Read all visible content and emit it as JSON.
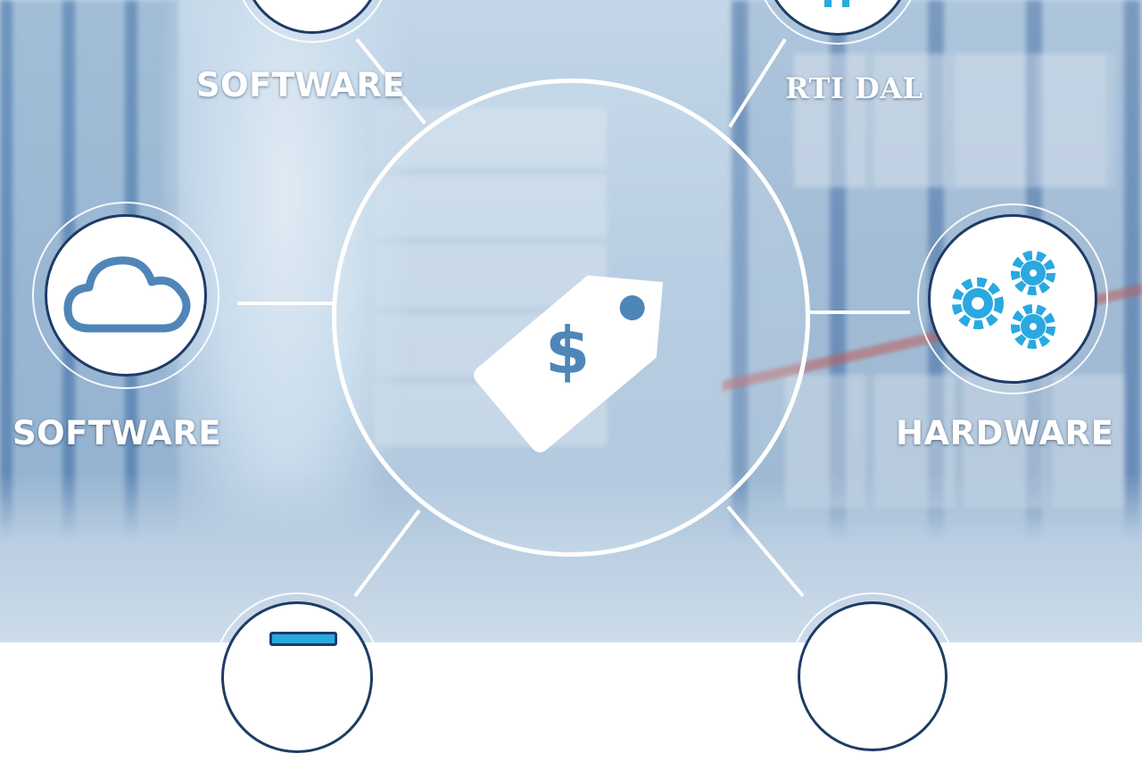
{
  "labels": {
    "top_left": "SOFTWARE",
    "top_right": "RTI DAL",
    "left": "SOFTWARE",
    "right": "HARDWARE"
  },
  "icons": {
    "center": "price-tag-icon",
    "center_symbol": "$",
    "left": "cloud-icon",
    "right": "gears-icon",
    "bottom_left": "device-icon",
    "top_left": "circle-node",
    "top_right": "gear-icon",
    "bottom_right": "circle-node"
  },
  "colors": {
    "accent_blue": "#29a9e0",
    "tag_white": "#ffffff",
    "dollar_blue": "#4f86b8",
    "node_border": "#1f3b66"
  }
}
